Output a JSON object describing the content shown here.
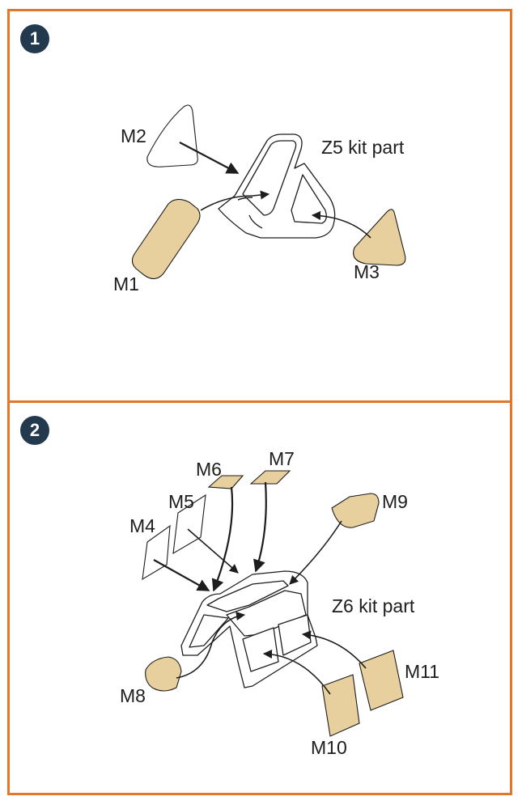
{
  "colors": {
    "frame": "#e2772b",
    "badge": "#23394e",
    "mask": "#e8cf9e",
    "ink": "#1d1d1b"
  },
  "steps": [
    {
      "number": "1",
      "kit_part": "Z5 kit part",
      "labels": {
        "m1": "M1",
        "m2": "M2",
        "m3": "M3"
      }
    },
    {
      "number": "2",
      "kit_part": "Z6 kit part",
      "labels": {
        "m4": "M4",
        "m5": "M5",
        "m6": "M6",
        "m7": "M7",
        "m8": "M8",
        "m9": "M9",
        "m10": "M10",
        "m11": "M11"
      }
    }
  ]
}
